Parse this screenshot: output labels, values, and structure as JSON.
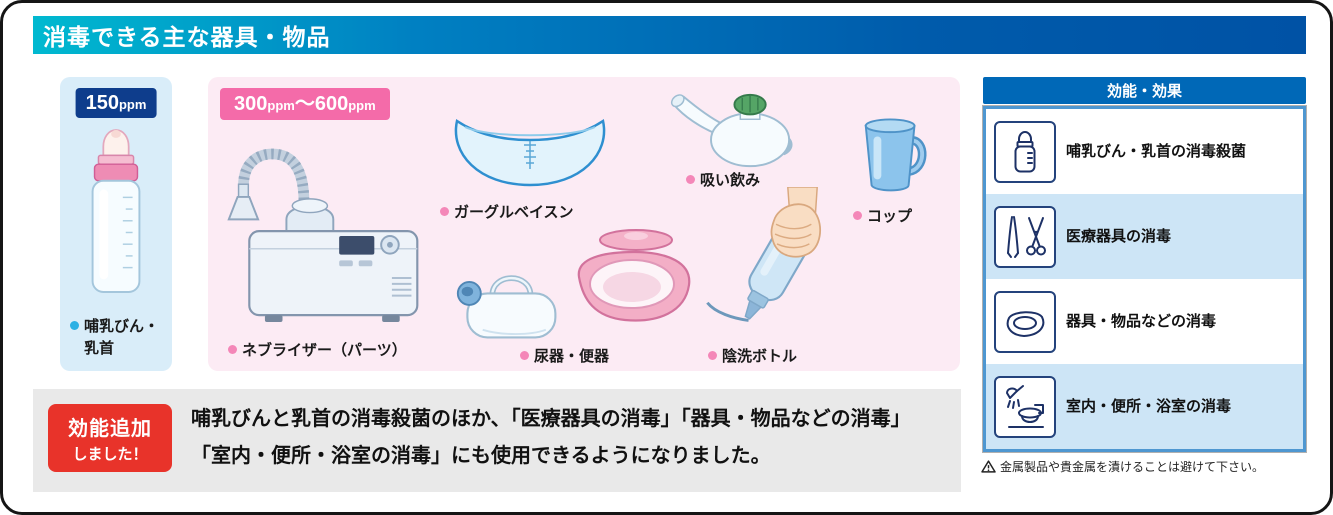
{
  "header": {
    "title": "消毒できる主な器具・物品"
  },
  "left_panel": {
    "badge": {
      "value": "150",
      "unit": "ppm"
    },
    "item": {
      "icon": "baby-bottle",
      "label_line1": "哺乳びん・",
      "label_line2": "乳首"
    }
  },
  "middle_panel": {
    "badge": {
      "from_value": "300",
      "from_unit": "ppm",
      "tilde": "～",
      "to_value": "600",
      "to_unit": "ppm"
    },
    "items": [
      {
        "icon": "nebulizer",
        "label": "ネブライザー（パーツ）"
      },
      {
        "icon": "gargle-basin",
        "label": "ガーグルベイスン"
      },
      {
        "icon": "feeding-cup",
        "label": "吸い飲み"
      },
      {
        "icon": "cup",
        "label": "コップ"
      },
      {
        "icon": "urinal-bedpan",
        "label": "尿器・便器"
      },
      {
        "icon": "perineal-wash-bottle",
        "label": "陰洗ボトル"
      }
    ]
  },
  "effects_table": {
    "header": "効能・効果",
    "rows": [
      {
        "icon": "baby-bottle",
        "text": "哺乳びん・乳首の消毒殺菌"
      },
      {
        "icon": "medical-instruments",
        "text": "医療器具の消毒"
      },
      {
        "icon": "bedpan",
        "text": "器具・物品などの消毒"
      },
      {
        "icon": "bathroom",
        "text": "室内・便所・浴室の消毒"
      }
    ],
    "warning": "金属製品や貴金属を漬けることは避けて下さい。"
  },
  "bottom_note": {
    "badge_line1": "効能追加",
    "badge_line2": "しました！",
    "text_line1": "哺乳びんと乳首の消毒殺菌のほか、「医療器具の消毒」「器具・物品などの消毒」",
    "text_line2": "「室内・便所・浴室の消毒」にも使用できるようになりました。"
  },
  "colors": {
    "header_gradient_start": "#00b9d0",
    "header_gradient_end": "#0052a5",
    "left_panel_bg": "#d9edf9",
    "middle_panel_bg": "#fcebf4",
    "badge_navy": "#0e3d8c",
    "badge_pink": "#f46ba9",
    "badge_red": "#e8332a",
    "table_header_bg": "#0068b7",
    "table_row_alt_bg": "#cde5f6",
    "table_border": "#4e97d1",
    "bottom_bar_bg": "#e9e9e9"
  }
}
